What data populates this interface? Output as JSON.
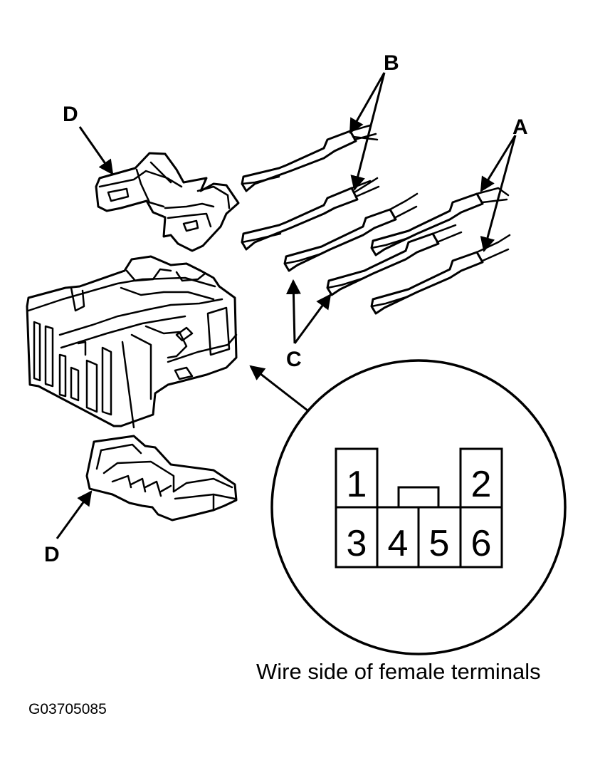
{
  "callouts": {
    "a": "A",
    "b": "B",
    "c": "C",
    "d_top": "D",
    "d_bottom": "D"
  },
  "pinout": {
    "caption": "Wire side of female terminals",
    "pins": [
      "1",
      "2",
      "3",
      "4",
      "5",
      "6"
    ]
  },
  "figure_id": "G03705085"
}
